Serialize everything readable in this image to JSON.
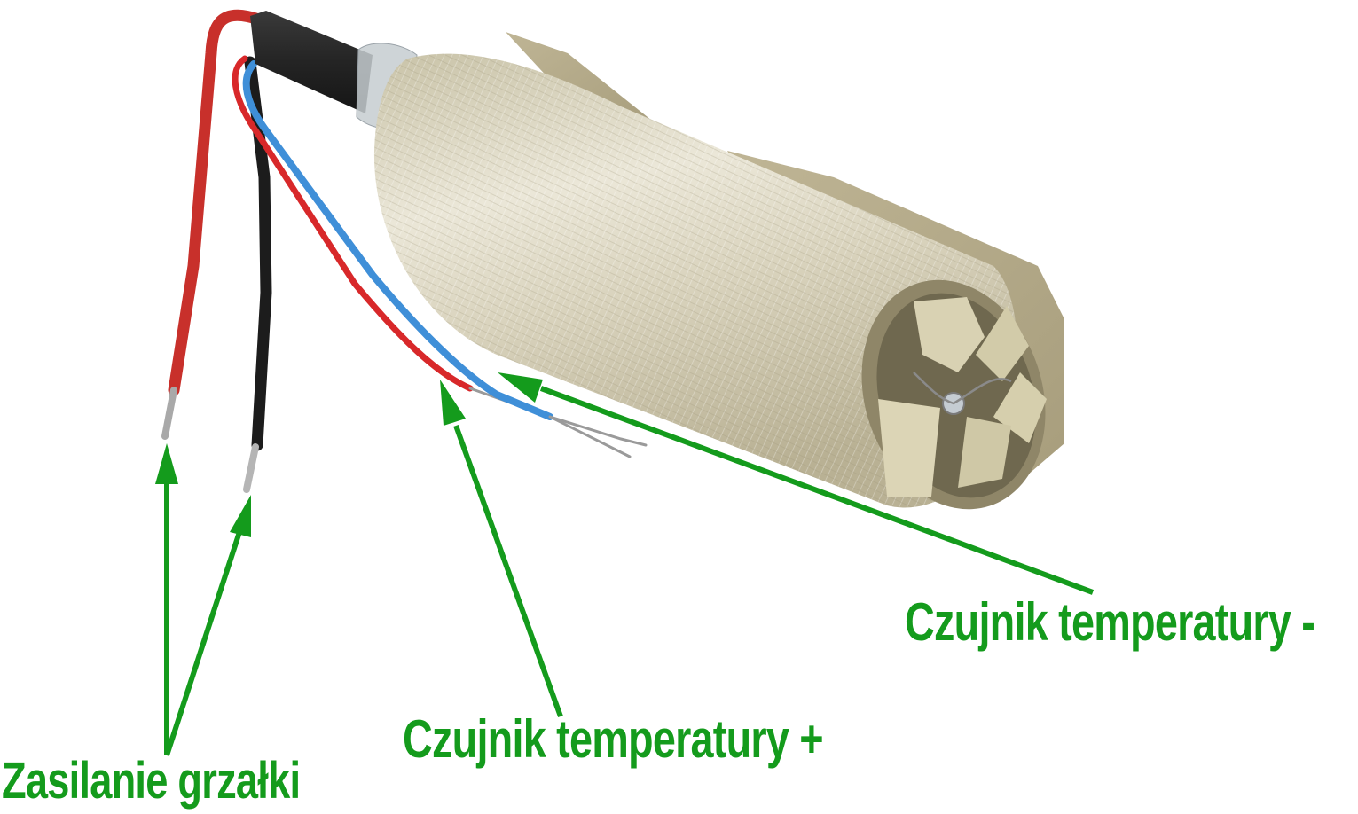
{
  "image": {
    "subject": "soldering station heating element with wire leads",
    "background": "#ffffff"
  },
  "annotations": {
    "color": "#149b1c",
    "labels": [
      {
        "id": "power",
        "text": "Zasilanie grzałki",
        "points_to": [
          "red-wire-tip",
          "black-wire-tip"
        ]
      },
      {
        "id": "sensor-plus",
        "text": "Czujnik temperatury +",
        "points_to": [
          "red-thin-wire"
        ]
      },
      {
        "id": "sensor-minus",
        "text": "Czujnik temperatury -",
        "points_to": [
          "blue-thin-wire"
        ]
      }
    ]
  },
  "component": {
    "wires": [
      {
        "name": "red-power-wire",
        "color": "#c8302b"
      },
      {
        "name": "black-power-wire",
        "color": "#1c1c1c"
      },
      {
        "name": "red-sensor-wire",
        "color": "#d8282a"
      },
      {
        "name": "blue-sensor-wire",
        "color": "#3f8fd8"
      }
    ],
    "body_color": "#d8d2bb",
    "core_color": "#d6cfb0",
    "sleeve_color": "#2a2a2a"
  }
}
